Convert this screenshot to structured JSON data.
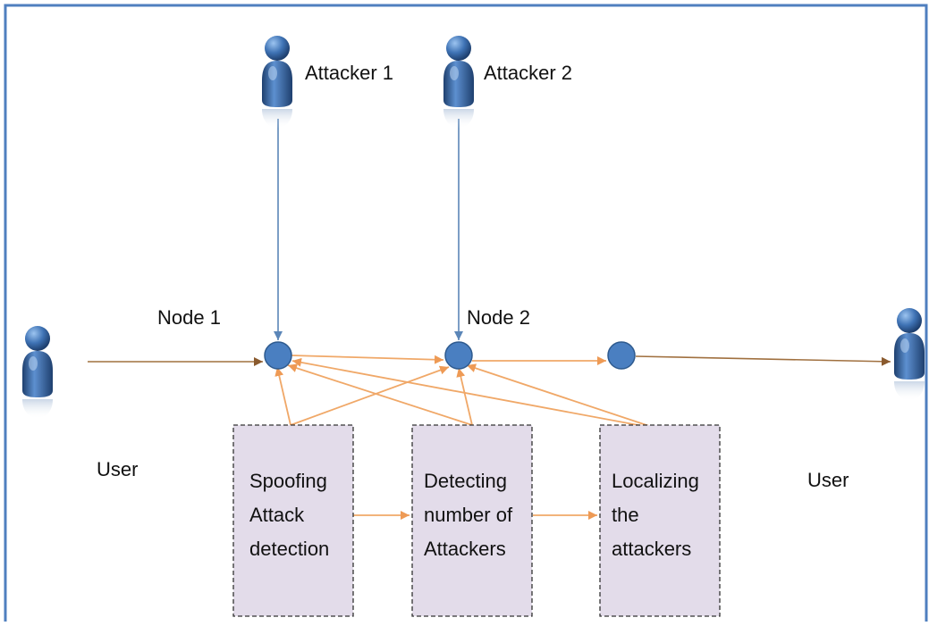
{
  "diagram": {
    "actors": {
      "attacker_1": "Attacker 1",
      "attacker_2": "Attacker 2",
      "user_left": "User",
      "user_right": "User"
    },
    "nodes": {
      "node_1": "Node 1",
      "node_2": "Node 2"
    },
    "boxes": {
      "spoofing": [
        "Spoofing",
        "Attack",
        "detection"
      ],
      "detecting": [
        "Detecting",
        "number of",
        "Attackers"
      ],
      "localizing": [
        "Localizing",
        "the",
        "attackers"
      ]
    },
    "colors": {
      "frame": "#4f7fbf",
      "attacker_link": "#5b86b8",
      "flow_main": "#a0703f",
      "flow_light": "#f0a868",
      "node_fill": "#4a7fc1",
      "node_stroke": "#2e5a8e",
      "box_fill": "#e3dcea",
      "box_stroke": "#333333",
      "user_icon": "#2f5f9e"
    }
  }
}
